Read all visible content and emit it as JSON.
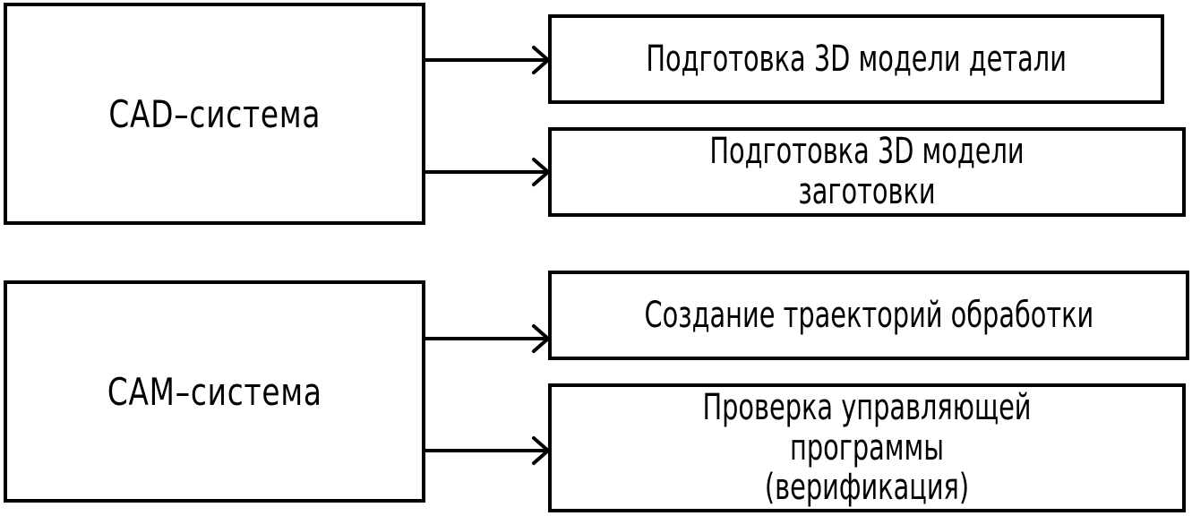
{
  "cad": {
    "label": "CAD–система",
    "tasks": [
      "Подготовка 3D модели детали",
      "Подготовка 3D модели заготовки"
    ]
  },
  "cam": {
    "label": "CAM–система",
    "tasks": [
      "Создание траекторий обработки",
      "Проверка управляющей программы\n(верификация)"
    ]
  }
}
